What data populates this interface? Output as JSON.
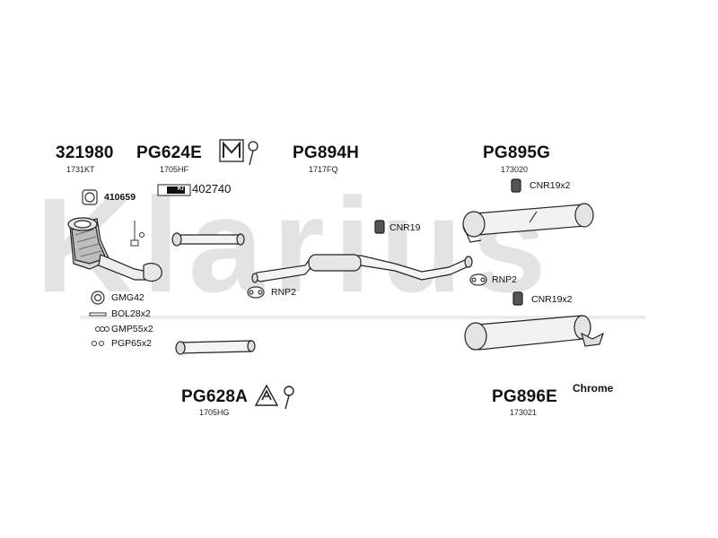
{
  "watermark": "Klarius",
  "parts": {
    "p321980": {
      "code": "321980",
      "ref": "1731KT"
    },
    "pg624e": {
      "code": "PG624E",
      "ref": "1705HF",
      "badge": "M"
    },
    "pg894h": {
      "code": "PG894H",
      "ref": "1717FQ"
    },
    "pg895g": {
      "code": "PG895G",
      "ref": "173020"
    },
    "pg628a": {
      "code": "PG628A",
      "ref": "1705HG",
      "badge": "A"
    },
    "pg896e": {
      "code": "PG896E",
      "ref": "173021",
      "finish": "Chrome"
    }
  },
  "kit": {
    "tag": "KIT",
    "number": "402740"
  },
  "labels": {
    "l410659": "410659",
    "gmg42": "GMG42",
    "bol28x2": "BOL28x2",
    "gmp55x2": "GMP55x2",
    "pgp65x2": "PGP65x2",
    "rnp2_left": "RNP2",
    "rnp2_right": "RNP2",
    "cnr19": "CNR19",
    "cnr19x2_top": "CNR19x2",
    "cnr19x2_bottom": "CNR19x2"
  },
  "icons": {
    "mechanic": "mechanic-wrench-icon",
    "assembly": "assembly-wrench-icon",
    "ring": "gasket-ring-icon",
    "clamp": "pipe-clamp-icon",
    "rubber_mount": "rubber-mount-icon"
  }
}
